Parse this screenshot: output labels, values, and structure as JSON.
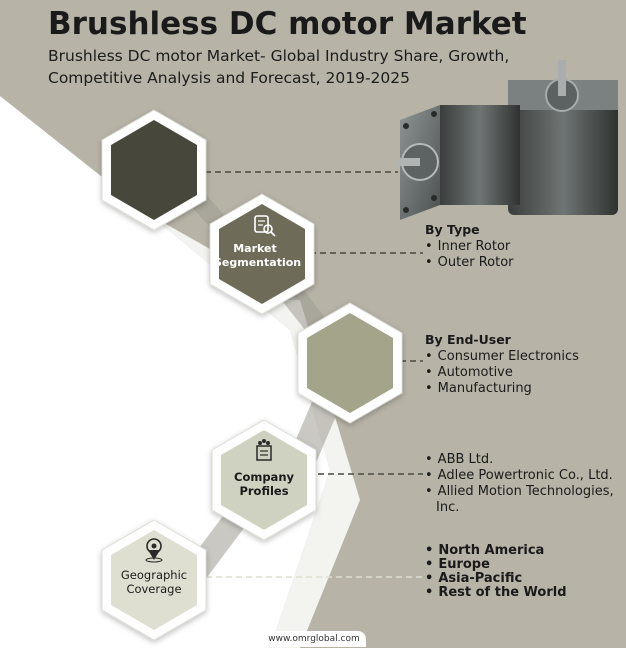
{
  "header": {
    "title": "Brushless DC motor Market",
    "subtitle": "Brushless DC motor Market- Global Industry Share, Growth, Competitive Analysis and Forecast, 2019-2025"
  },
  "hexagons": {
    "segmentation_label": "Market Segmentation",
    "company_label": "Company Profiles",
    "geographic_label": "Geographic Coverage"
  },
  "segments": {
    "by_type": {
      "title": "By Type",
      "items": [
        "Inner Rotor",
        "Outer Rotor"
      ]
    },
    "by_end_user": {
      "title": "By End-User",
      "items": [
        "Consumer Electronics",
        "Automotive",
        "Manufacturing"
      ]
    }
  },
  "companies": [
    "ABB Ltd.",
    "Adlee Powertronic Co., Ltd.",
    "Allied Motion Technologies, Inc."
  ],
  "regions": [
    "North America",
    "Europe",
    "Asia-Pacific",
    "Rest of the World"
  ],
  "footer": {
    "url": "www.omrglobal.com"
  },
  "colors": {
    "background": "#b7b3a7",
    "hex_dark": "#47463b",
    "hex_olive": "#6e6c58",
    "hex_sage": "#a3a48a",
    "hex_pale": "#cfd2c0",
    "hex_light": "#dedfd0"
  },
  "icons": {
    "segmentation": "clipboard-magnifier-icon",
    "company": "company-building-icon",
    "geographic": "map-pin-icon"
  }
}
